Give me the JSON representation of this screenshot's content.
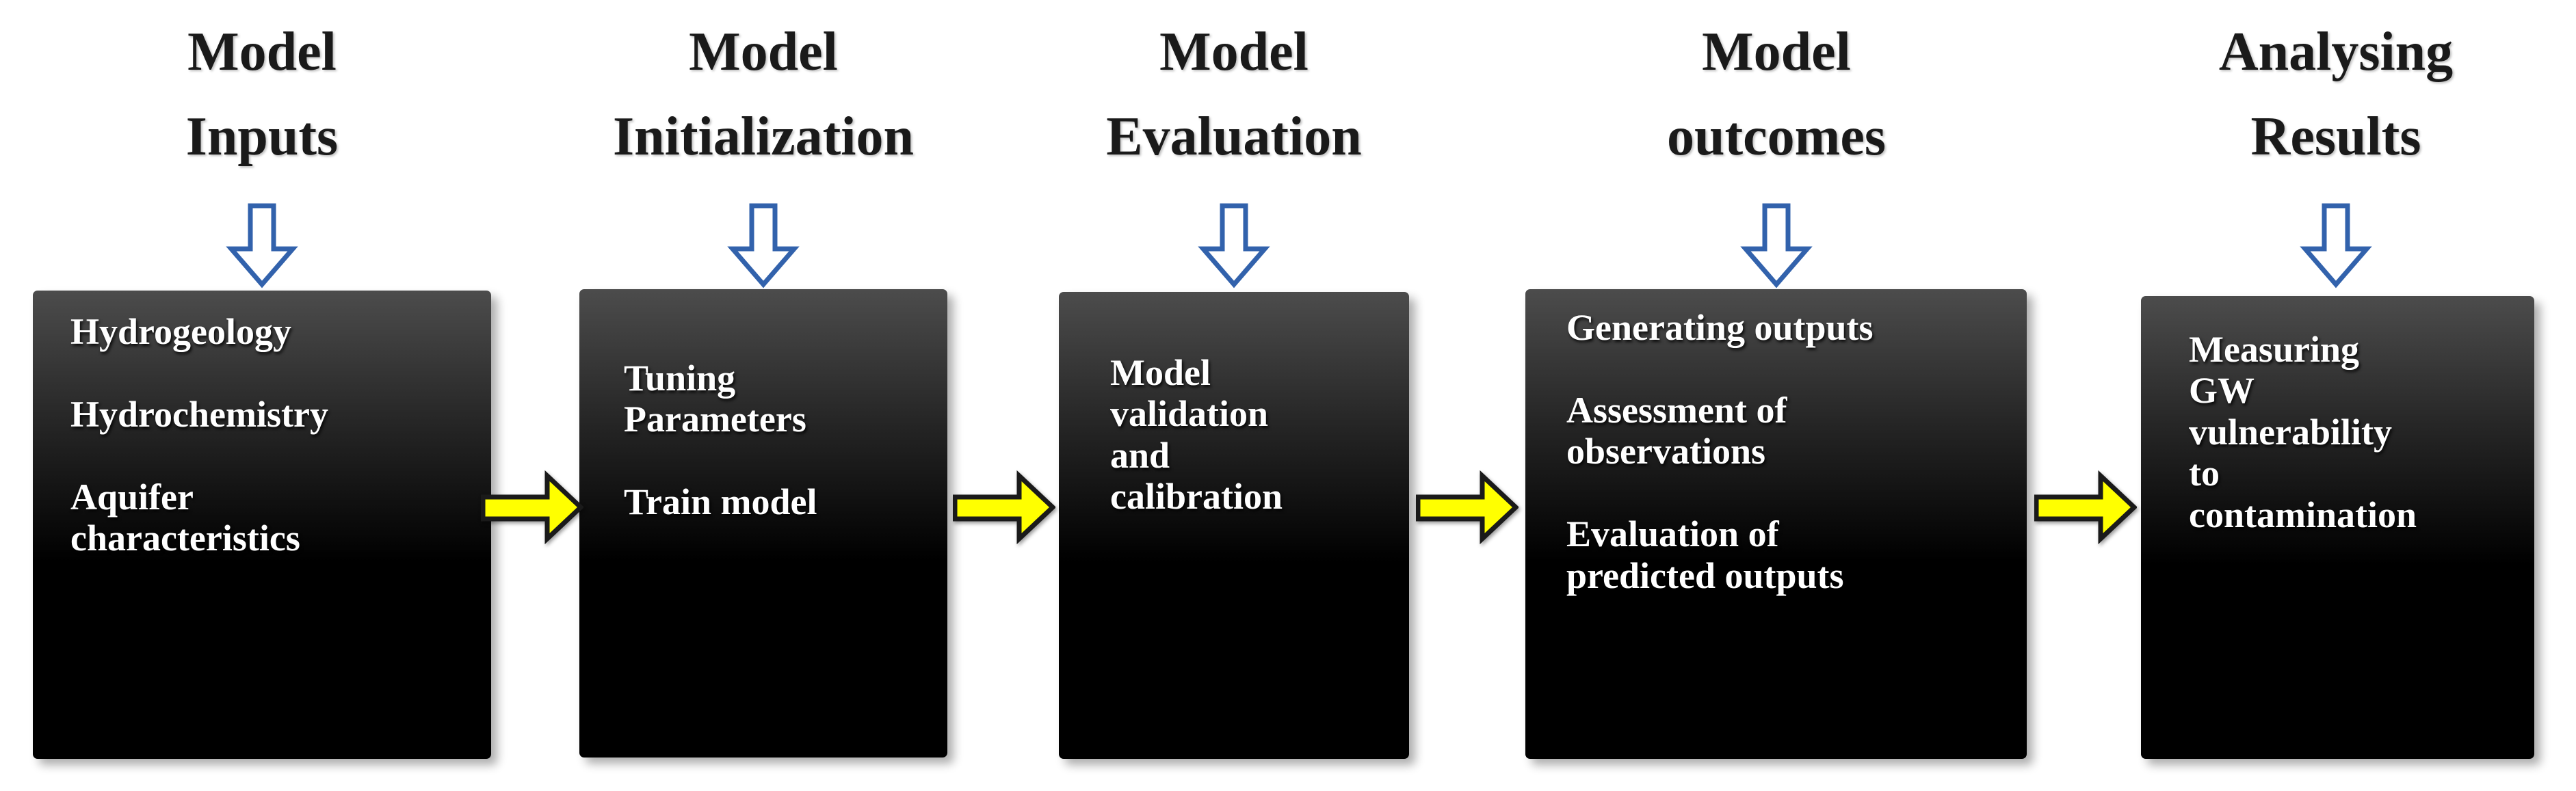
{
  "stages": [
    {
      "label": "Model\nInputs",
      "box_text": "Hydrogeology\n\nHydrochemistry\n\nAquifer\ncharacteristics"
    },
    {
      "label": "Model\nInitialization",
      "box_text": "Tuning\nParameters\n\nTrain model"
    },
    {
      "label": "Model\nEvaluation",
      "box_text": "Model\nvalidation\nand\ncalibration"
    },
    {
      "label": "Model\noutcomes",
      "box_text": "Generating outputs\n\nAssessment of\nobservations\n\nEvaluation of\npredicted outputs"
    },
    {
      "label": "Analysing\nResults",
      "box_text": "Measuring\nGW\nvulnerability\nto\ncontamination"
    }
  ],
  "connectors": {
    "down_arrow_count": 5,
    "right_arrow_count": 4
  },
  "colors": {
    "background": "#ffffff",
    "box_gradient_top": "#4c4c4c",
    "box_gradient_bottom": "#000000",
    "box_text": "#ffffff",
    "label_text": "#1a1a1a",
    "down_arrow_stroke": "#3262ac",
    "down_arrow_fill": "#ffffff",
    "right_arrow_fill": "#ffff00",
    "right_arrow_stroke": "#1a1a1a"
  }
}
